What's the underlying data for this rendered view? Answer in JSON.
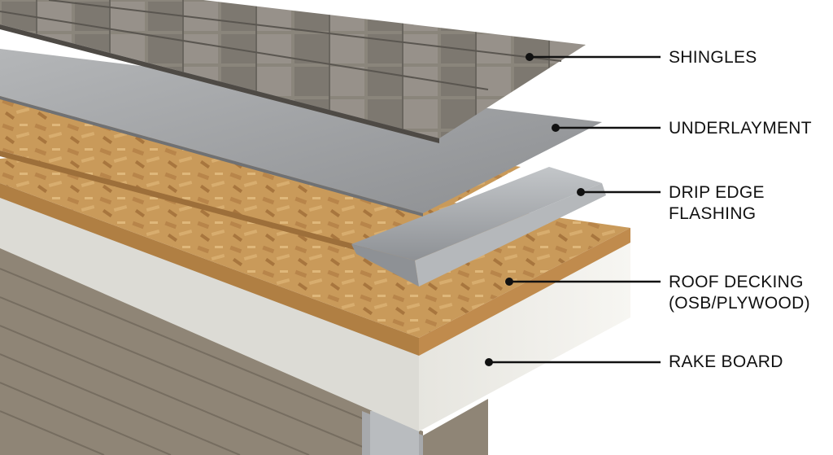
{
  "labels": {
    "shingles": "SHINGLES",
    "underlayment": "UNDERLAYMENT",
    "drip_edge_line1": "DRIP EDGE",
    "drip_edge_line2": "FLASHING",
    "roof_decking_line1": "ROOF DECKING",
    "roof_decking_line2": "(OSB/PLYWOOD)",
    "rake_board": "RAKE BOARD"
  },
  "colors": {
    "background": "#ffffff",
    "leader_line": "#111111",
    "shingles": "#8a857b",
    "underlayment": "#9fa1a4",
    "osb": "#c99a5a",
    "rake_board": "#ecebe6",
    "drip_edge": "#a9acb0",
    "siding": "#8f8576"
  }
}
